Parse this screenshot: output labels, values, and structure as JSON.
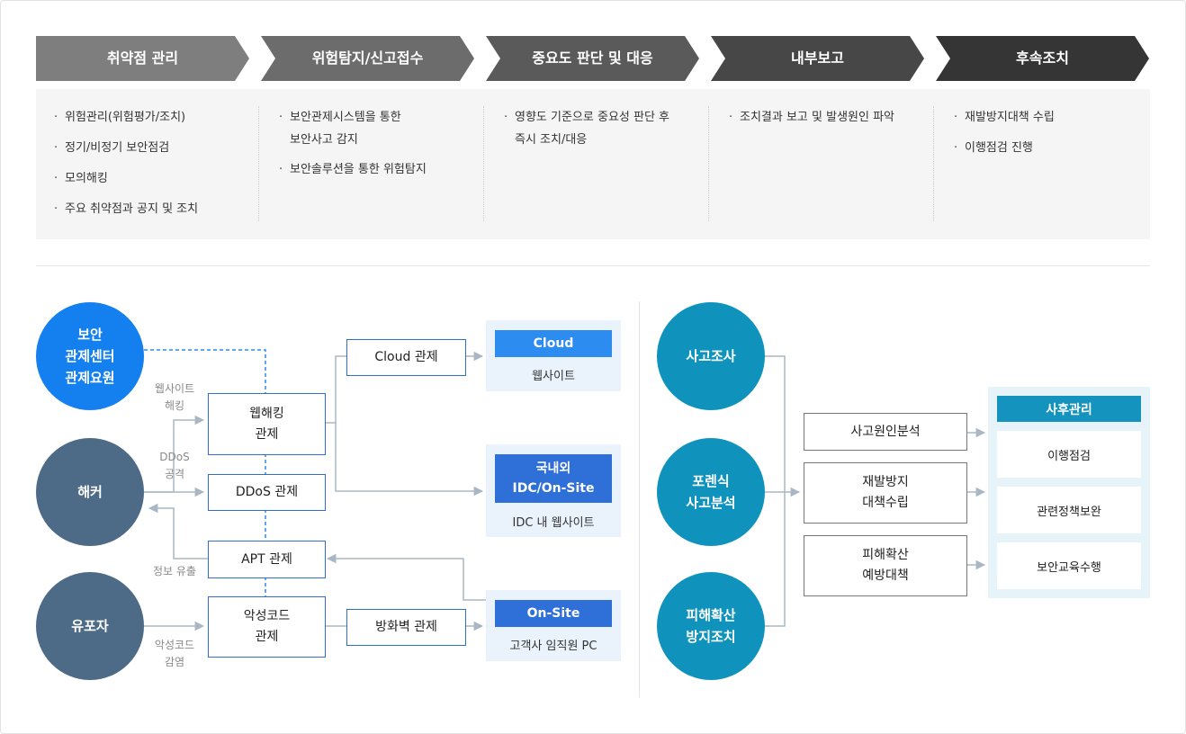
{
  "process": {
    "steps": [
      {
        "title": "취약점 관리",
        "color": "#7e7e7e",
        "items": [
          "위험관리(위험평가/조치)",
          "정기/비정기 보안점검",
          "모의해킹",
          "주요 취약점과 공지 및 조치"
        ]
      },
      {
        "title": "위험탐지/신고접수",
        "color": "#6c6c6c",
        "items": [
          "보안관제시스템을 통한\n보안사고 감지",
          "보안솔루션을 통한 위험탐지"
        ]
      },
      {
        "title": "중요도 판단 및 대응",
        "color": "#5a5a5a",
        "items": [
          "영향도 기준으로 중요성 판단 후\n즉시 조치/대응"
        ]
      },
      {
        "title": "내부보고",
        "color": "#474747",
        "items": [
          "조치결과 보고 및 발생원인 파악"
        ]
      },
      {
        "title": "후속조치",
        "color": "#353535",
        "items": [
          "재발방지대책 수립",
          "이행점검 진행"
        ]
      }
    ],
    "bullet": "·"
  },
  "left": {
    "circles": {
      "center": "보안\n관제센터\n관제요원",
      "hacker": "해커",
      "leaker": "유포자"
    },
    "labels": {
      "web_hacking": "웹사이트\n해킹",
      "ddos_attack": "DDoS\n공격",
      "info_leak": "정보 유출",
      "malware_infect": "악성코드\n감염"
    },
    "boxes": {
      "web": "웹해킹\n관제",
      "ddos": "DDoS 관제",
      "apt": "APT 관제",
      "malware": "악성코드\n관제",
      "cloud": "Cloud 관제",
      "firewall": "방화벽 관제"
    },
    "panels": {
      "cloud": {
        "tag": "Cloud",
        "sub": "웹사이트"
      },
      "idc": {
        "tag": "국내외\nIDC/On-Site",
        "sub": "IDC 내 웹사이트"
      },
      "onsite": {
        "tag": "On-Site",
        "sub": "고객사 임직원 PC"
      }
    },
    "colors": {
      "center": "#1480f0",
      "dark": "#4d6a87",
      "tag_light": "#2d8cf0",
      "tag": "#2f6fd8",
      "box_border": "#2f6fc9"
    }
  },
  "right": {
    "circles": {
      "investigation": "사고조사",
      "forensic": "포렌식\n사고분석",
      "prevention": "피해확산\n방지조치"
    },
    "boxes": {
      "cause": "사고원인분석",
      "recurrence": "재발방지\n대책수립",
      "spread": "피해확산\n예방대책"
    },
    "after": {
      "title": "사후관리",
      "items": [
        "이행점검",
        "관련정책보완",
        "보안교육수행"
      ]
    },
    "colors": {
      "circle": "#0f93bd",
      "head": "#1493bf"
    }
  }
}
